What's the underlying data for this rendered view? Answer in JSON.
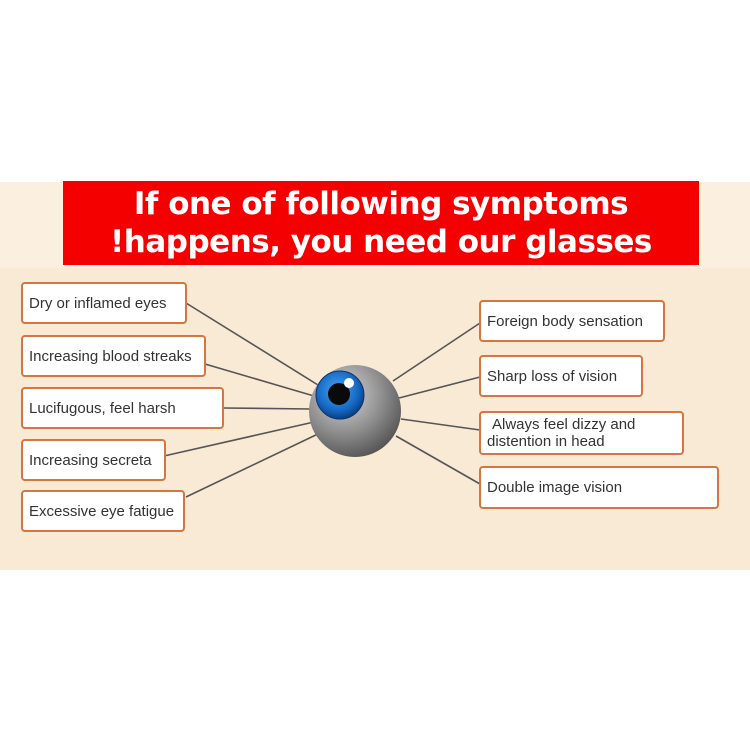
{
  "banner": {
    "line1": "If one of following symptoms",
    "line2": "!happens, you need our glasses"
  },
  "left_symptoms": [
    "Dry or inflamed eyes",
    "Increasing blood streaks",
    "Lucifugous, feel harsh",
    "Increasing secreta",
    "Excessive eye fatigue"
  ],
  "right_symptoms": [
    {
      "line1": "Foreign body sensation"
    },
    {
      "line1": "Sharp loss of vision"
    },
    {
      "line1": "Always feel dizzy and",
      "line2": "distention in head"
    },
    {
      "line1": "Double image vision"
    }
  ],
  "colors": {
    "banner": "#f40000",
    "panel": "#f9ead5",
    "box_border": "#d5753f",
    "iris": "#1a73c9",
    "eyeball": "#8c8c8c"
  },
  "icons": {
    "center": "eyeball-icon"
  }
}
